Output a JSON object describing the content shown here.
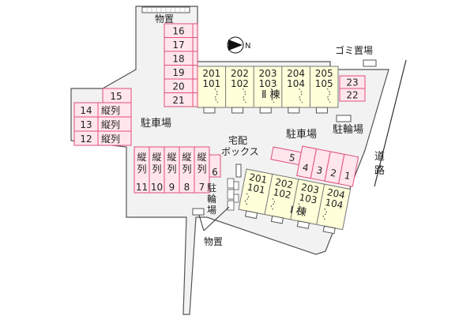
{
  "labels": {
    "storage_top": "物置",
    "garbage": "ゴミ置場",
    "parking_left": "駐車場",
    "parking_mid": "駐車場",
    "bicycle_right": "駐輪場",
    "delivery_box_line1": "宅配",
    "delivery_box_line2": "ボックス",
    "road": "道路",
    "storage_bottom": "物置",
    "bicycle_vertical": "駐輪場",
    "building_2": "Ⅱ 棟",
    "building_1": "Ⅰ 棟",
    "compass": "N"
  },
  "parking": {
    "top_column": [
      "16",
      "17",
      "18",
      "19",
      "20",
      "21"
    ],
    "left_block": [
      {
        "number": "15",
        "tag": ""
      },
      {
        "number": "14",
        "tag": "縦列"
      },
      {
        "number": "13",
        "tag": "縦列"
      },
      {
        "number": "12",
        "tag": "縦列"
      }
    ],
    "right_pair": [
      "23",
      "22"
    ],
    "center_row": [
      {
        "tag": "縦列",
        "number": "11"
      },
      {
        "tag": "縦列",
        "number": "10"
      },
      {
        "tag": "縦列",
        "number": "9"
      },
      {
        "tag": "縦列",
        "number": "8"
      },
      {
        "tag": "縦列",
        "number": "7"
      }
    ],
    "slot_6": "6",
    "right_row": [
      "5",
      "4",
      "3",
      "2",
      "1"
    ]
  },
  "buildings": {
    "building_2_units": [
      {
        "top": "201",
        "bottom": "101"
      },
      {
        "top": "202",
        "bottom": "102"
      },
      {
        "top": "203",
        "bottom": "103"
      },
      {
        "top": "204",
        "bottom": "104"
      },
      {
        "top": "205",
        "bottom": "105"
      }
    ],
    "building_1_units": [
      {
        "top": "201",
        "bottom": "101"
      },
      {
        "top": "202",
        "bottom": "102"
      },
      {
        "top": "203",
        "bottom": "103"
      },
      {
        "top": "204",
        "bottom": "104"
      }
    ]
  },
  "colors": {
    "site_fill": "#f2f2f2",
    "outline": "#555555",
    "parking_fill": "#ffe6ec",
    "parking_stroke": "#e0507a",
    "building_fill": "#ffffd9",
    "building_stroke": "#777777"
  }
}
